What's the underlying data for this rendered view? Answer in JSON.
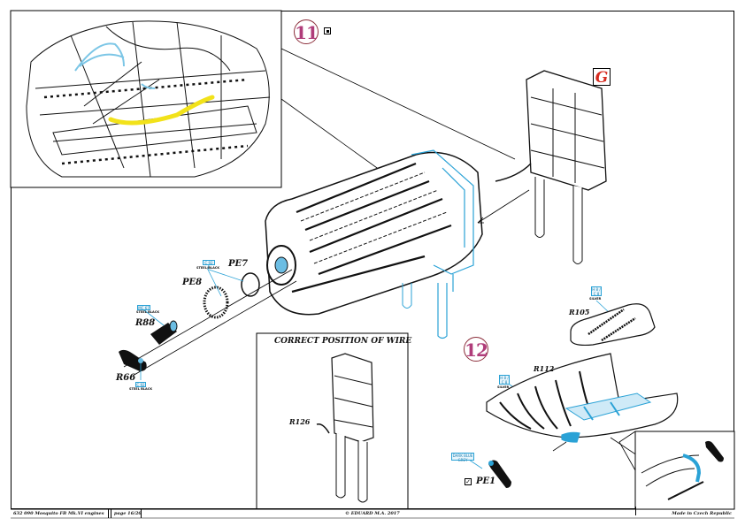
{
  "sheet": {
    "kit_title": "632 090 Mosquito FB Mk.VI engines",
    "page": "page 16/20",
    "copyright": "© EDUARD  M.A. 2017",
    "origin": "Made in Czech Republic"
  },
  "steps": [
    {
      "number": "11"
    },
    {
      "number": "12"
    }
  ],
  "part_group": {
    "letter": "G"
  },
  "callouts": {
    "correct_position_title": "CORRECT POSITION OF WIRE"
  },
  "parts": [
    {
      "id": "PE7"
    },
    {
      "id": "PE8"
    },
    {
      "id": "R88"
    },
    {
      "id": "R66"
    },
    {
      "id": "R126"
    },
    {
      "id": "R105"
    },
    {
      "id": "R112"
    },
    {
      "id": "PE1"
    }
  ],
  "paint_tags": [
    {
      "code": "C 92",
      "label": "STEEL/BLACK"
    },
    {
      "code": "MC 67",
      "label": "STEEL BLACK"
    },
    {
      "code": "C 92",
      "label": "STEEL BLACK"
    },
    {
      "code": "H 8 / C 8",
      "label": "SILVER"
    },
    {
      "code": "H 8 / C 8",
      "label": "SILVER"
    },
    {
      "code": "DARK BLUE GREY",
      "label": "GREEN"
    }
  ],
  "colors": {
    "highlight_blue": "#2aa2d6",
    "wire_yellow": "#f2e21a",
    "step_circle": "#b03d7a",
    "group_letter": "#d62a1e"
  }
}
